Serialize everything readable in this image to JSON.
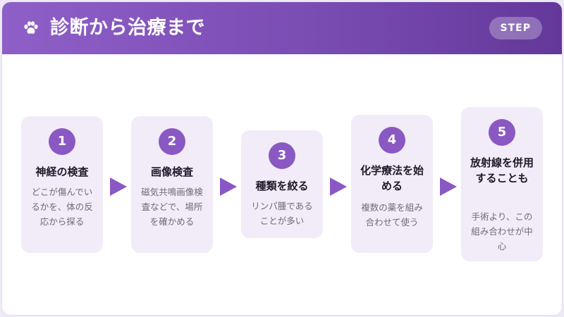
{
  "header": {
    "title": "診断から治療まで",
    "badge": "STEP",
    "icon": "paw-icon",
    "gradient": [
      "#8f5fc8",
      "#63389a"
    ]
  },
  "accent_color": "#8a58c3",
  "card_color": "#f1ecf8",
  "steps": [
    {
      "number": "1",
      "title": "神経の検査",
      "description": "どこが傷んでいるかを、体の反応から探る"
    },
    {
      "number": "2",
      "title": "画像検査",
      "description": "磁気共鳴画像検査などで、場所を確かめる"
    },
    {
      "number": "3",
      "title": "種類を絞る",
      "description": "リンパ腫であることが多い"
    },
    {
      "number": "4",
      "title": "化学療法を始める",
      "description": "複数の薬を組み合わせて使う"
    },
    {
      "number": "5",
      "title": "放射線を併用することも",
      "description": "手術より、この組み合わせが中心"
    }
  ]
}
